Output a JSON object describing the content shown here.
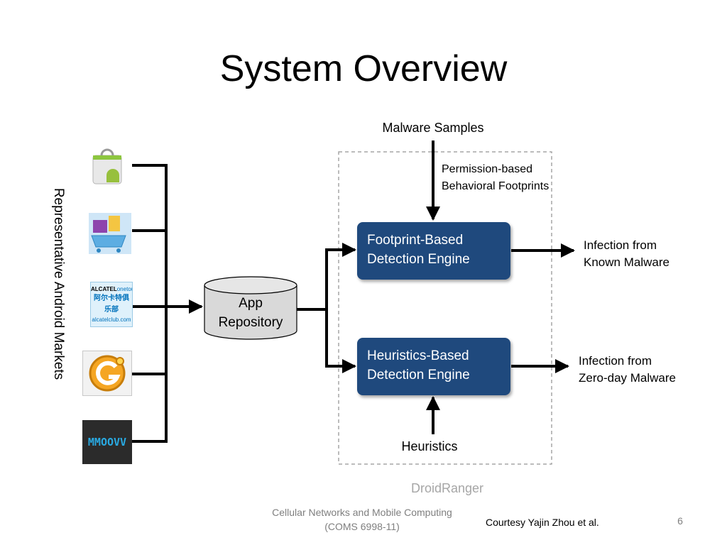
{
  "slide": {
    "title": "System Overview",
    "page_number": "6"
  },
  "diagram": {
    "markets_label": "Representative Android Markets",
    "market_icons": [
      "android-market-icon",
      "shopping-cart-market-icon",
      "alcatel-club-icon",
      "g-market-icon",
      "mmoovv-icon"
    ],
    "alcatel_text": {
      "brand_a": "ALCATEL",
      "brand_b": "onetouch",
      "chinese": "阿尔卡特俱乐部",
      "site": "alcatelclub.com"
    },
    "mmoovv_text": "MMOOVV",
    "repository": {
      "line1": "App",
      "line2": "Repository"
    },
    "malware_samples": "Malware Samples",
    "permission_note": {
      "line1": "Permission-based",
      "line2": "Behavioral Footprints"
    },
    "footprint_engine": {
      "line1": "Footprint-Based",
      "line2": "Detection Engine"
    },
    "heuristics_engine": {
      "line1": "Heuristics-Based",
      "line2": "Detection Engine"
    },
    "heuristics_input": "Heuristics",
    "known_output": {
      "line1": "Infection from",
      "line2": "Known Malware"
    },
    "zeroday_output": {
      "line1": "Infection from",
      "line2": "Zero-day Malware"
    },
    "system_name": "DroidRanger",
    "colors": {
      "engine_fill": "#1f497d",
      "repository_fill": "#d9d9d9",
      "boundary": "#a6a6a6",
      "system_name": "#a6a6a6"
    }
  },
  "footer": {
    "course_line1": "Cellular Networks and Mobile Computing",
    "course_line2": "(COMS 6998-11)",
    "courtesy": "Courtesy Yajin Zhou et al."
  }
}
